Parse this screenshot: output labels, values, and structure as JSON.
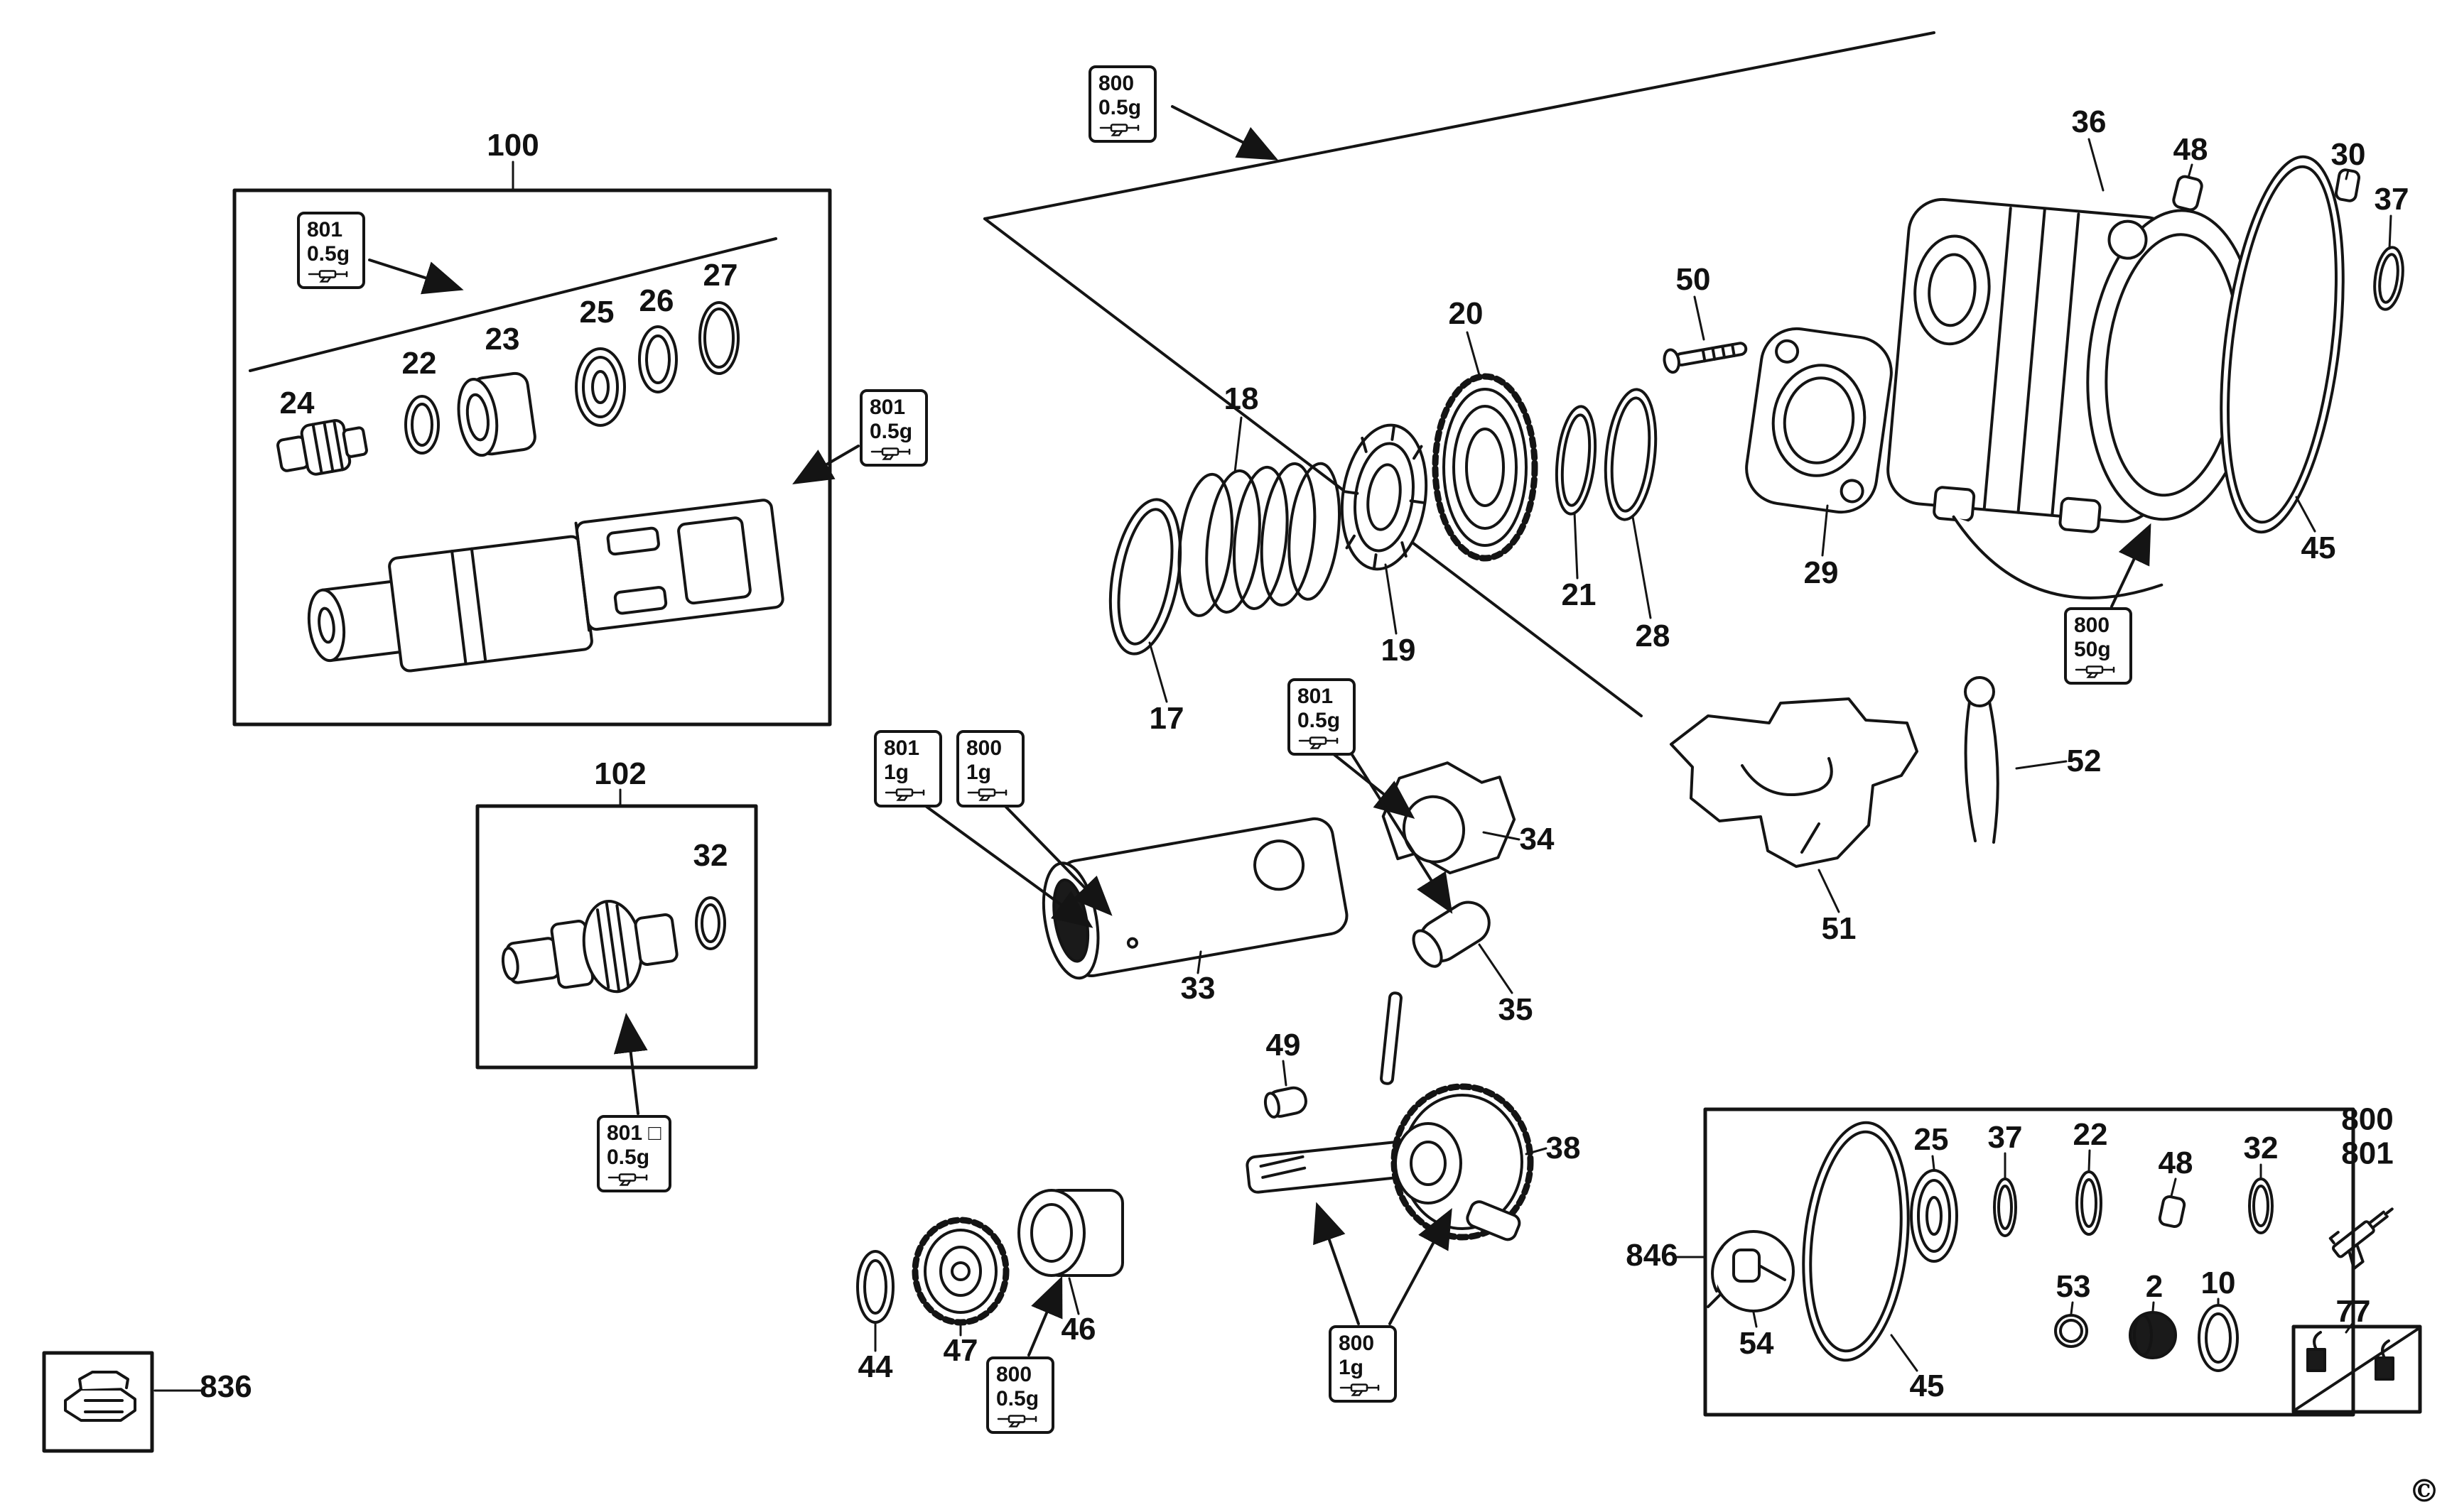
{
  "figure": {
    "type": "exploded-parts-diagram",
    "copyright_symbol": "©",
    "colors": {
      "line": "#141414",
      "background": "#ffffff"
    },
    "icons": {
      "grease_gun": "grease-gun-icon"
    },
    "labels": {
      "box100": "100",
      "p24": "24",
      "p22": "22",
      "p23": "23",
      "p25": "25",
      "p26": "26",
      "p27": "27",
      "box102": "102",
      "p32": "32",
      "p836": "836",
      "p17": "17",
      "p18": "18",
      "p19": "19",
      "p20": "20",
      "p21": "21",
      "p28": "28",
      "p50": "50",
      "p29": "29",
      "p36": "36",
      "p48": "48",
      "p30": "30",
      "p37": "37",
      "p45": "45",
      "p52": "52",
      "p51": "51",
      "p33": "33",
      "p34": "34",
      "p35": "35",
      "p49": "49",
      "p38": "38",
      "p44": "44",
      "p47": "47",
      "p46": "46",
      "box846": "846",
      "p54": "54",
      "p45b": "45",
      "p25b": "25",
      "p37b": "37",
      "p22b": "22",
      "p48b": "48",
      "p32b": "32",
      "p53": "53",
      "p2": "2",
      "p10": "10",
      "p77": "77"
    },
    "gun_label": {
      "code_a": "800",
      "code_b": "801"
    },
    "callouts": {
      "c1": {
        "code": "801",
        "amount": "0.5g"
      },
      "c2": {
        "code": "801",
        "amount": "0.5g"
      },
      "c3": {
        "code": "801 □",
        "amount": "0.5g"
      },
      "c4": {
        "code": "800",
        "amount": "0.5g"
      },
      "c5": {
        "code": "800",
        "amount": "50g"
      },
      "c6": {
        "code": "801",
        "amount": "1g"
      },
      "c7": {
        "code": "800",
        "amount": "1g"
      },
      "c8": {
        "code": "801",
        "amount": "0.5g"
      },
      "c9": {
        "code": "800",
        "amount": "0.5g"
      },
      "c10": {
        "code": "800",
        "amount": "1g"
      }
    }
  }
}
